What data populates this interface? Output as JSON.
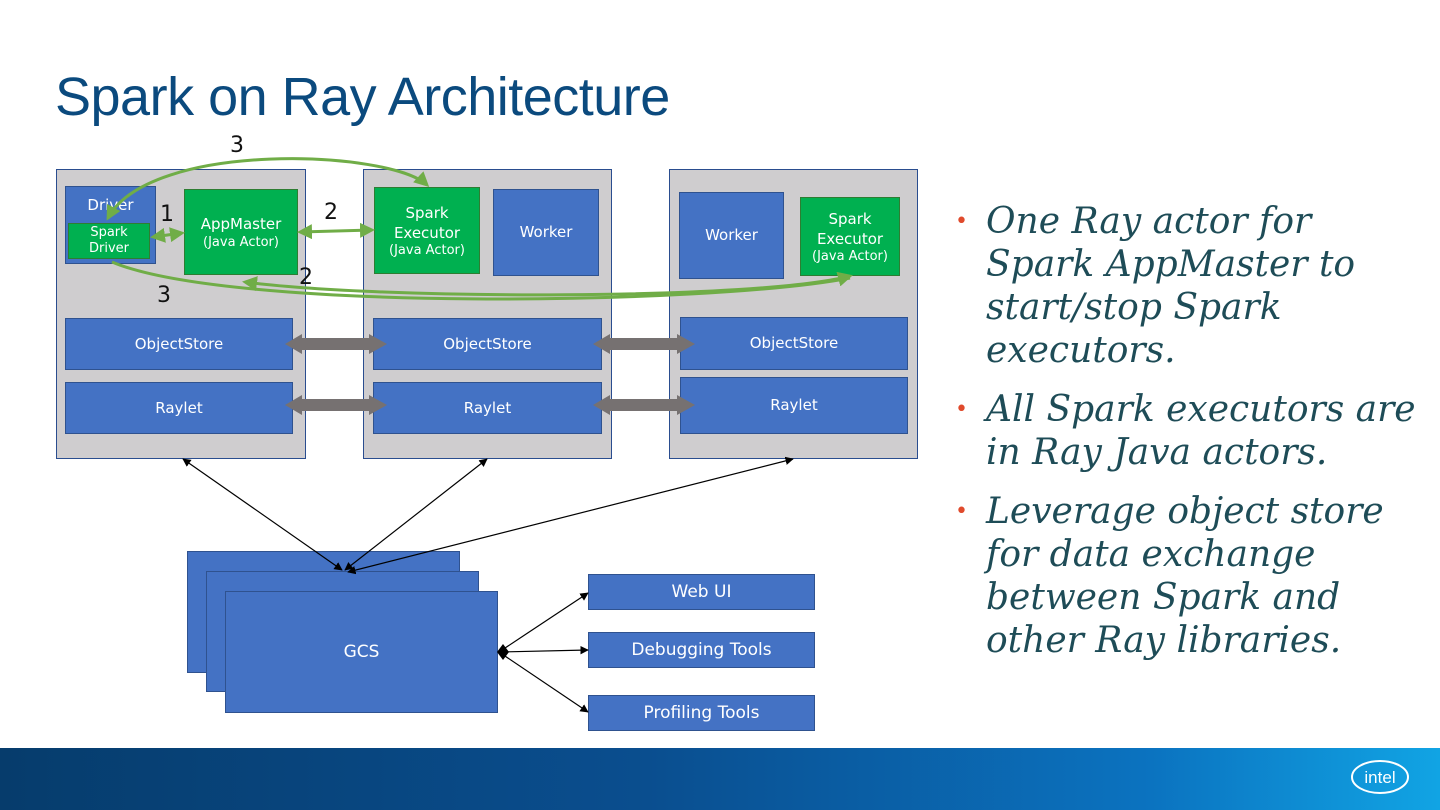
{
  "title": "Spark on Ray Architecture",
  "diagram": {
    "driver": "Driver",
    "spark_driver": [
      "Spark",
      "Driver"
    ],
    "appmaster": [
      "AppMaster",
      "(Java Actor)"
    ],
    "executor_1": [
      "Spark",
      "Executor",
      "(Java Actor)"
    ],
    "executor_2": [
      "Spark",
      "Executor",
      "(Java Actor)"
    ],
    "worker_1": "Worker",
    "worker_2": "Worker",
    "objectstore": "ObjectStore",
    "raylet": "Raylet",
    "gcs": "GCS",
    "web_ui": "Web UI",
    "debugging_tools": "Debugging Tools",
    "profiling_tools": "Profiling Tools",
    "step_labels": {
      "appmaster_call": "1",
      "executor_start_a": "2",
      "executor_start_b": "2",
      "driver_exec_a": "3",
      "driver_exec_b": "3"
    }
  },
  "bullets": [
    "One Ray actor for Spark AppMaster to start/stop Spark executors.",
    "All Spark executors are in Ray Java actors.",
    "Leverage object store for data exchange between Spark and other Ray libraries."
  ],
  "logo_text": "intel",
  "colors": {
    "title": "#0b4a7e",
    "box_blue": "#4472c4",
    "box_green": "#00b050",
    "node_gray": "#cfcdcf",
    "arrow_green": "#70ad47",
    "arrow_gray": "#767171",
    "bullet_text": "#1e4c57",
    "bullet_dot": "#e04a2c"
  }
}
